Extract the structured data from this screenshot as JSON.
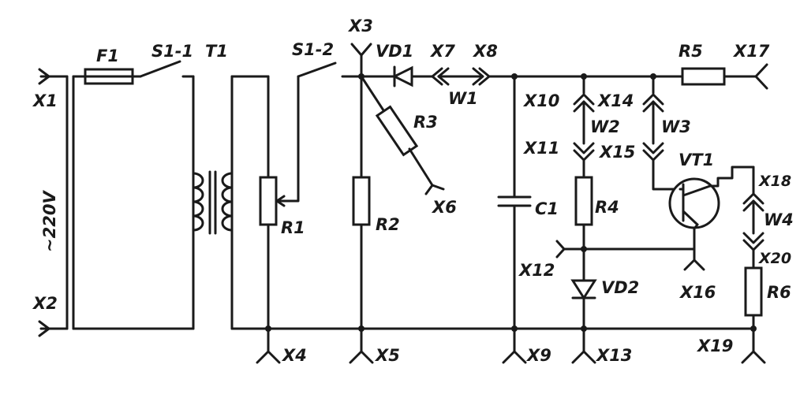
{
  "labels": {
    "F1": "F1",
    "S1_1": "S1-1",
    "T1": "T1",
    "S1_2": "S1-2",
    "VD1": "VD1",
    "VD2": "VD2",
    "VT1": "VT1",
    "R1": "R1",
    "R2": "R2",
    "R3": "R3",
    "R4": "R4",
    "R5": "R5",
    "R6": "R6",
    "C1": "C1",
    "W1": "W1",
    "W2": "W2",
    "W3": "W3",
    "W4": "W4",
    "X1": "X1",
    "X2": "X2",
    "X3": "X3",
    "X4": "X4",
    "X5": "X5",
    "X6": "X6",
    "X7": "X7",
    "X8": "X8",
    "X9": "X9",
    "X10": "X10",
    "X11": "X11",
    "X12": "X12",
    "X13": "X13",
    "X14": "X14",
    "X15": "X15",
    "X16": "X16",
    "X17": "X17",
    "X18": "X18",
    "X19": "X19",
    "X20": "X20",
    "voltage": "~220V"
  },
  "colors": {
    "ink": "#1a1a1a",
    "paper": "#ffffff"
  }
}
